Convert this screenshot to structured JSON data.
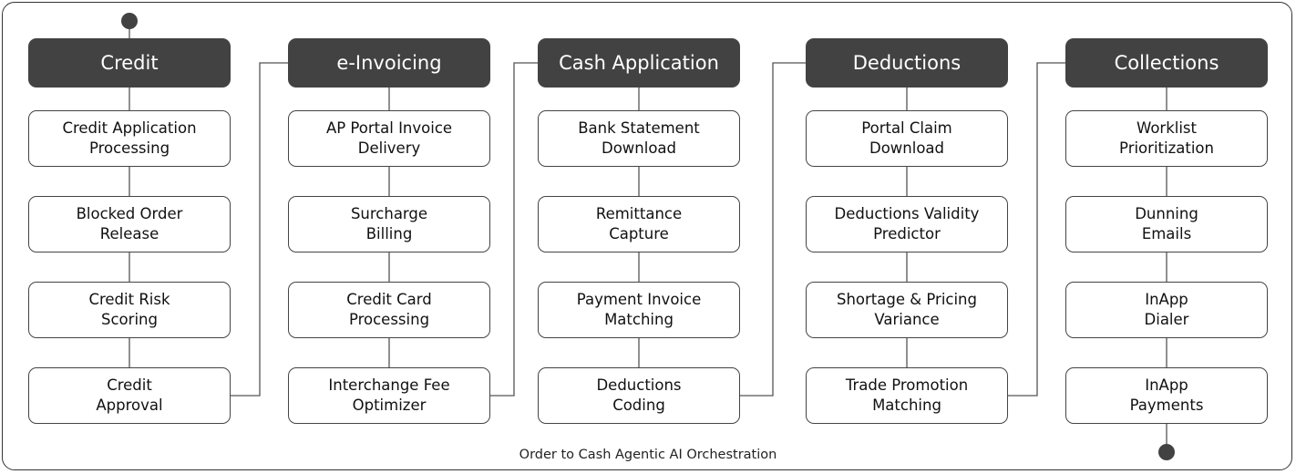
{
  "diagram": {
    "caption": "Order to Cash Agentic AI Orchestration",
    "colors": {
      "header": "#424242",
      "header_text": "#ffffff",
      "line": "#555555",
      "border": "#444444"
    },
    "columns": [
      {
        "title": "Credit",
        "steps": [
          [
            "Credit Application",
            "Processing"
          ],
          [
            "Blocked Order",
            "Release"
          ],
          [
            "Credit Risk",
            "Scoring"
          ],
          [
            "Credit",
            "Approval"
          ]
        ]
      },
      {
        "title": "e-Invoicing",
        "steps": [
          [
            "AP Portal Invoice",
            "Delivery"
          ],
          [
            "Surcharge",
            "Billing"
          ],
          [
            "Credit Card",
            "Processing"
          ],
          [
            "Interchange Fee",
            "Optimizer"
          ]
        ]
      },
      {
        "title": "Cash Application",
        "steps": [
          [
            "Bank Statement",
            "Download"
          ],
          [
            "Remittance",
            "Capture"
          ],
          [
            "Payment Invoice",
            "Matching"
          ],
          [
            "Deductions",
            "Coding"
          ]
        ]
      },
      {
        "title": "Deductions",
        "steps": [
          [
            "Portal Claim",
            "Download"
          ],
          [
            "Deductions Validity",
            "Predictor"
          ],
          [
            "Shortage & Pricing",
            "Variance"
          ],
          [
            "Trade Promotion",
            "Matching"
          ]
        ]
      },
      {
        "title": "Collections",
        "steps": [
          [
            "Worklist",
            "Prioritization"
          ],
          [
            "Dunning",
            "Emails"
          ],
          [
            "InApp",
            "Dialer"
          ],
          [
            "InApp",
            "Payments"
          ]
        ]
      }
    ]
  }
}
